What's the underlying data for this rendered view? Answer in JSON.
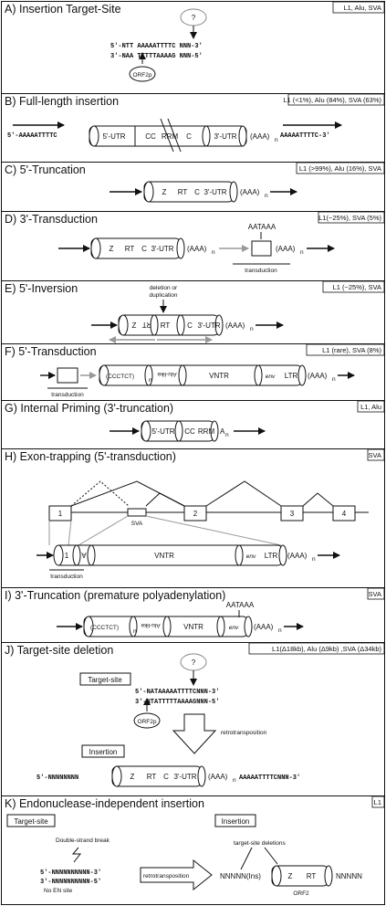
{
  "panels": [
    {
      "title": "A) Insertion Target-Site",
      "tag": "L1, Alu, SVA"
    },
    {
      "title": "B) Full-length insertion",
      "tag": "L1 (<1%), Alu (84%), SVA (63%)"
    },
    {
      "title": "C) 5'-Truncation",
      "tag": "L1 (>99%), Alu (16%), SVA"
    },
    {
      "title": "D) 3'-Transduction",
      "tag": "L1(~25%), SVA (5%)"
    },
    {
      "title": "E) 5'-Inversion",
      "tag": "L1 (~25%), SVA"
    },
    {
      "title": "F) 5'-Transduction",
      "tag": "L1 (rare), SVA (8%)"
    },
    {
      "title": "G) Internal Priming (3'-truncation)",
      "tag": "L1, Alu"
    },
    {
      "title": "H) Exon-trapping (5'-transduction)",
      "tag": "SVA"
    },
    {
      "title": "I) 3'-Truncation (premature polyadenylation)",
      "tag": "SVA"
    },
    {
      "title": "J) Target-site deletion",
      "tag": "L1(Δ18kb), Alu (Δ9kb) ,SVA (Δ34kb)"
    },
    {
      "title": "K) Endonuclease-independent insertion",
      "tag": "L1"
    }
  ],
  "labels": {
    "question": "?",
    "orf2p": "ORF2p",
    "seq_top": "5'-NTT AAAAATTTTC NNN-3'",
    "seq_bot": "3'-NAA TTTTTAAAAG NNN-5'",
    "seq_left": "5'-AAAAATTTTC",
    "seq_right": "AAAAATTTTC-3'",
    "utr5": "5'-UTR",
    "utr3": "3'-UTR",
    "cc": "CC",
    "rrm": "RRM",
    "c": "C",
    "z": "Z",
    "rt": "RT",
    "aaa": "(AAA)",
    "sub_n": "n",
    "aataaa": "AATAAA",
    "transduction": "transduction",
    "deletion": "deletion or",
    "duplication": "duplication",
    "inv_rt": "RT",
    "ccctct": "(CCCTCT)",
    "alu_like": "Alu-like",
    "vntr": "VNTR",
    "env": "env",
    "ltr": "LTR",
    "a_n": "A",
    "sva": "SVA",
    "exon1": "1",
    "exon2": "2",
    "exon3": "3",
    "exon4": "4",
    "target_site": "Target-site",
    "insertion": "Insertion",
    "retrotransposition": "retrotransposition",
    "j_top": "5'-NATAAAAATTTTCNNN-3'",
    "j_bot": "3'-NTATTTTTAAAAGNNN-5'",
    "j_ins_left": "5'-NNNNNNNN",
    "j_ins_right": "AAAAATTTTCNNN-3'",
    "dsb": "Double-strand break",
    "k_top": "5'-NNNNNNNNNN-3'",
    "k_bot": "3'-NNNNNNNNNN-5'",
    "no_en": "No EN site",
    "tsd": "target-site deletions",
    "nnnnn_ins": "NNNNN(Ins)",
    "nnnnn": "NNNNN",
    "orf2": "ORF2"
  }
}
